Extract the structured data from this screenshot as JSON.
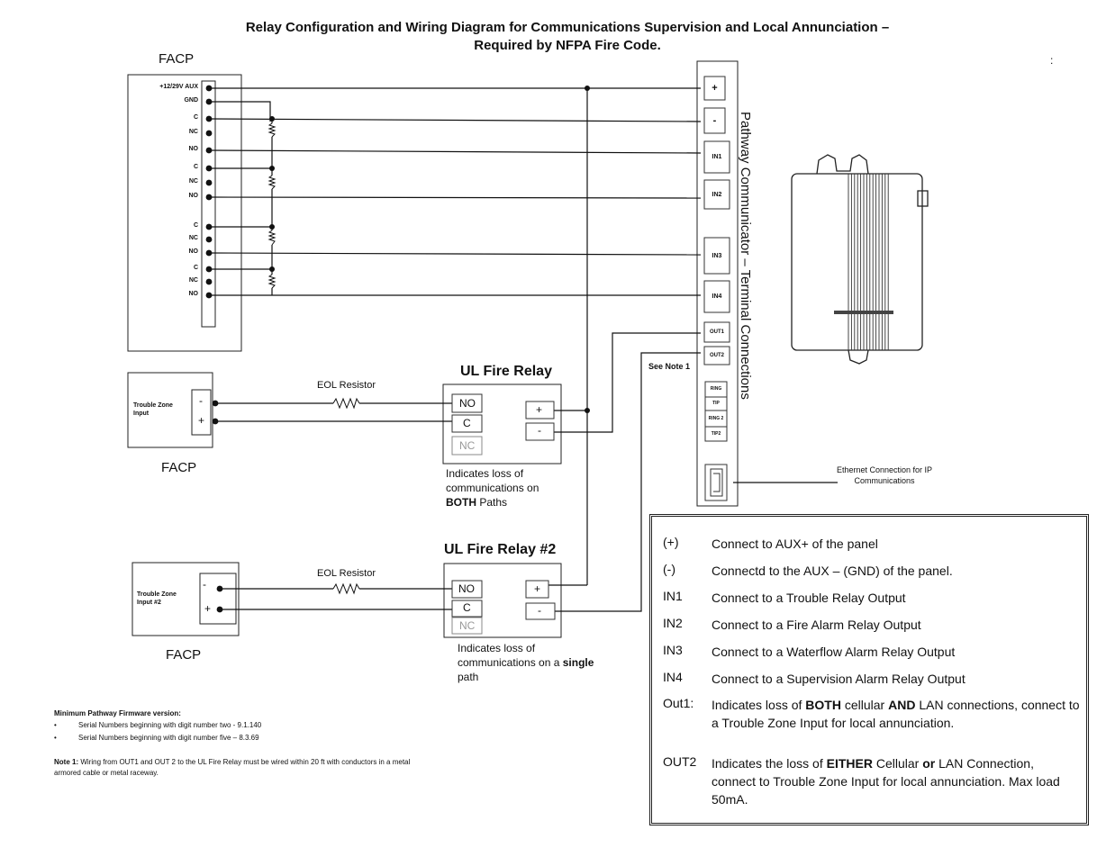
{
  "title": {
    "line1": "Relay Configuration and Wiring Diagram for Communications Supervision and Local Annunciation –",
    "line2": "Required by NFPA Fire Code."
  },
  "corner_mark": ":",
  "facp_main": {
    "label": "FACP",
    "terminals": [
      "+12/29V AUX",
      "GND",
      "C",
      "NC",
      "NO",
      "C",
      "NC",
      "NO",
      "C",
      "NC",
      "NO",
      "C",
      "NC",
      "NO"
    ]
  },
  "pathway": {
    "label": "Pathway Communicator – Terminal Connections",
    "terminals": [
      "+",
      "-",
      "IN1",
      "IN2",
      "IN3",
      "IN4",
      "OUT1",
      "OUT2",
      "RING",
      "TIP",
      "RING 2",
      "TIP2"
    ],
    "ethernet_label": "Ethernet Connection for IP Communications",
    "see_note": "See Note 1"
  },
  "relay1": {
    "title": "UL Fire Relay",
    "contacts": [
      "NO",
      "C",
      "NC"
    ],
    "coil": [
      "+",
      "-"
    ],
    "caption_pre": "Indicates loss of communications on ",
    "caption_bold": "BOTH",
    "caption_post": " Paths"
  },
  "relay2": {
    "title": "UL Fire Relay #2",
    "contacts": [
      "NO",
      "C",
      "NC"
    ],
    "coil": [
      "+",
      "-"
    ],
    "caption_pre": "Indicates loss of communications on a ",
    "caption_bold": "single",
    "caption_post": " path"
  },
  "zone1": {
    "input_label": "Trouble Zone Input",
    "minus": "-",
    "plus": "+",
    "facp_label": "FACP",
    "resistor_label": "EOL Resistor"
  },
  "zone2": {
    "input_label": "Trouble Zone Input #2",
    "minus": "-",
    "plus": "+",
    "facp_label": "FACP",
    "resistor_label": "EOL Resistor"
  },
  "legend": [
    {
      "code": "(+)",
      "text": "Connect to AUX+ of the panel"
    },
    {
      "code": "(-)",
      "text": "Connectd to the AUX – (GND) of the panel."
    },
    {
      "code": "IN1",
      "text": "Connect to a Trouble Relay Output"
    },
    {
      "code": "IN2",
      "text": "Connect to a Fire Alarm Relay Output"
    },
    {
      "code": "IN3",
      "text": "Connect to a Waterflow Alarm Relay Output"
    },
    {
      "code": "IN4",
      "text": "Connect to a Supervision Alarm Relay Output"
    },
    {
      "code": "Out1:",
      "pre": "Indicates loss of ",
      "b1": "BOTH",
      "mid": " cellular ",
      "b2": "AND",
      "post": " LAN connections, connect to a Trouble Zone Input for local annunciation."
    },
    {
      "code": "OUT2",
      "pre": "Indicates the loss of ",
      "b1": "EITHER",
      "mid": " Cellular ",
      "b2": "or",
      "post": " LAN Connection, connect to Trouble Zone Input for local annunciation. Max load 50mA."
    }
  ],
  "notes": {
    "firmware_heading": "Minimum Pathway Firmware version:",
    "firmware_items": [
      "Serial Numbers beginning with digit number two - 9.1.140",
      "Serial Numbers beginning with digit number five – 8.3.69"
    ],
    "note1_label": "Note 1:",
    "note1_text": " Wiring from OUT1 and OUT 2 to the UL Fire Relay must be wired within 20 ft with conductors in a metal armored cable or metal raceway."
  }
}
